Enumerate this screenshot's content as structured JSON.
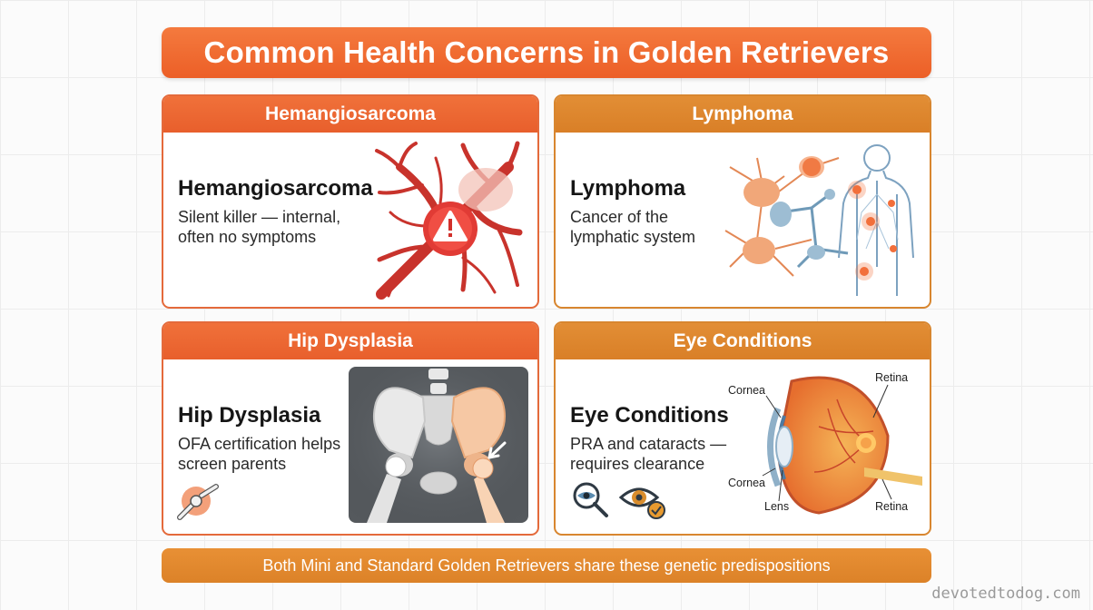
{
  "title": "Common Health Concerns in Golden Retrievers",
  "cards": [
    {
      "header": "Hemangiosarcoma",
      "heading": "Hemangiosarcoma",
      "lines": [
        "Silent killer — internal,",
        "often no symptoms"
      ],
      "theme": "#ec6532",
      "icon": "blood-vessel-warning-icon"
    },
    {
      "header": "Lymphoma",
      "heading": "Lymphoma",
      "lines": [
        "Cancer of the",
        "lymphatic system"
      ],
      "theme": "#dd8830",
      "icon": "lymph-node-body-icon"
    },
    {
      "header": "Hip Dysplasia",
      "heading": "Hip Dysplasia",
      "lines": [
        "OFA certification helps",
        "screen parents"
      ],
      "theme": "#ec6532",
      "icon": "pelvis-xray-icon"
    },
    {
      "header": "Eye Conditions",
      "heading": "Eye Conditions",
      "lines": [
        "PRA and cataracts —",
        "requires clearance"
      ],
      "theme": "#dd8830",
      "icon": "eye-anatomy-icon",
      "labels": {
        "cornea_top": "Cornea",
        "retina_top": "Retina",
        "cornea_bottom": "Cornea",
        "lens": "Lens",
        "retina_bottom": "Retina"
      }
    }
  ],
  "footer": "Both Mini and Standard Golden Retrievers share these genetic predispositions",
  "watermark": "devotedtodog.com"
}
